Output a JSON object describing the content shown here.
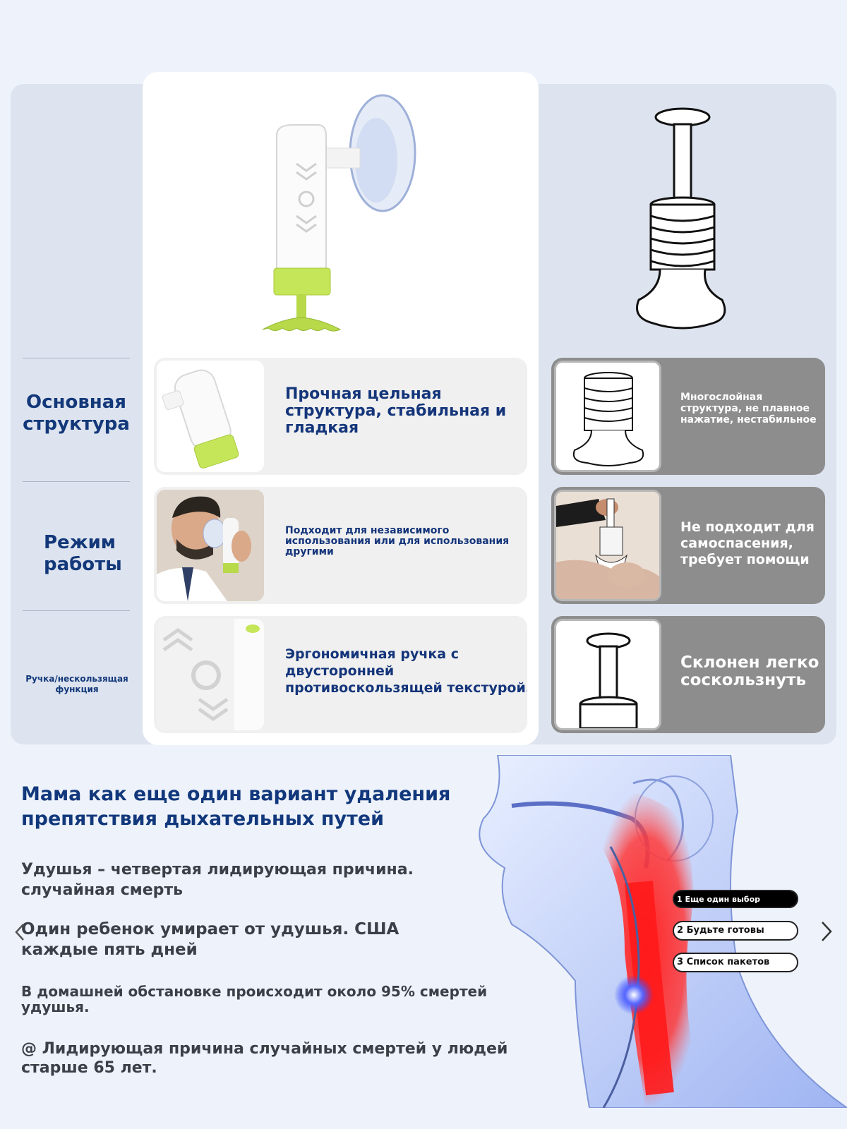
{
  "rows": [
    {
      "label": "Основная структура",
      "product_text": "Прочная цельная структура, стабильная и гладкая",
      "other_text": "Многослойная структура, не плавное нажатие, нестабильное"
    },
    {
      "label": "Режим работы",
      "product_text": "Подходит для независимого использования или для использования другими",
      "other_text": "Не подходит для самоспасения, требует помощи"
    },
    {
      "label": "Ручка/нескользящая функция",
      "product_text": "Эргономичная ручка с двусторонней противоскользящей текстурой.",
      "other_text": "Склонен легко соскользнуть"
    }
  ],
  "section": {
    "title": "Мама как еще один вариант удаления препятствия дыхательных путей",
    "stats": [
      "Удушья – четвертая лидирующая причина. случайная смерть",
      "Один ребенок умирает от удушья. США каждые пять дней",
      "В домашней обстановке происходит около 95% смертей удушья.",
      "@ Лидирующая причина случайных смертей у людей старше 65 лет."
    ]
  },
  "carousel": {
    "items": [
      "1 Еще один выбор",
      "2 Будьте готовы",
      "3 Список пакетов"
    ],
    "active_index": 0
  },
  "colors": {
    "title_blue": "#13387a",
    "panel": "#dde4ef",
    "dark_card": "#8d8d8d",
    "accent_green": "#b7e04a"
  }
}
